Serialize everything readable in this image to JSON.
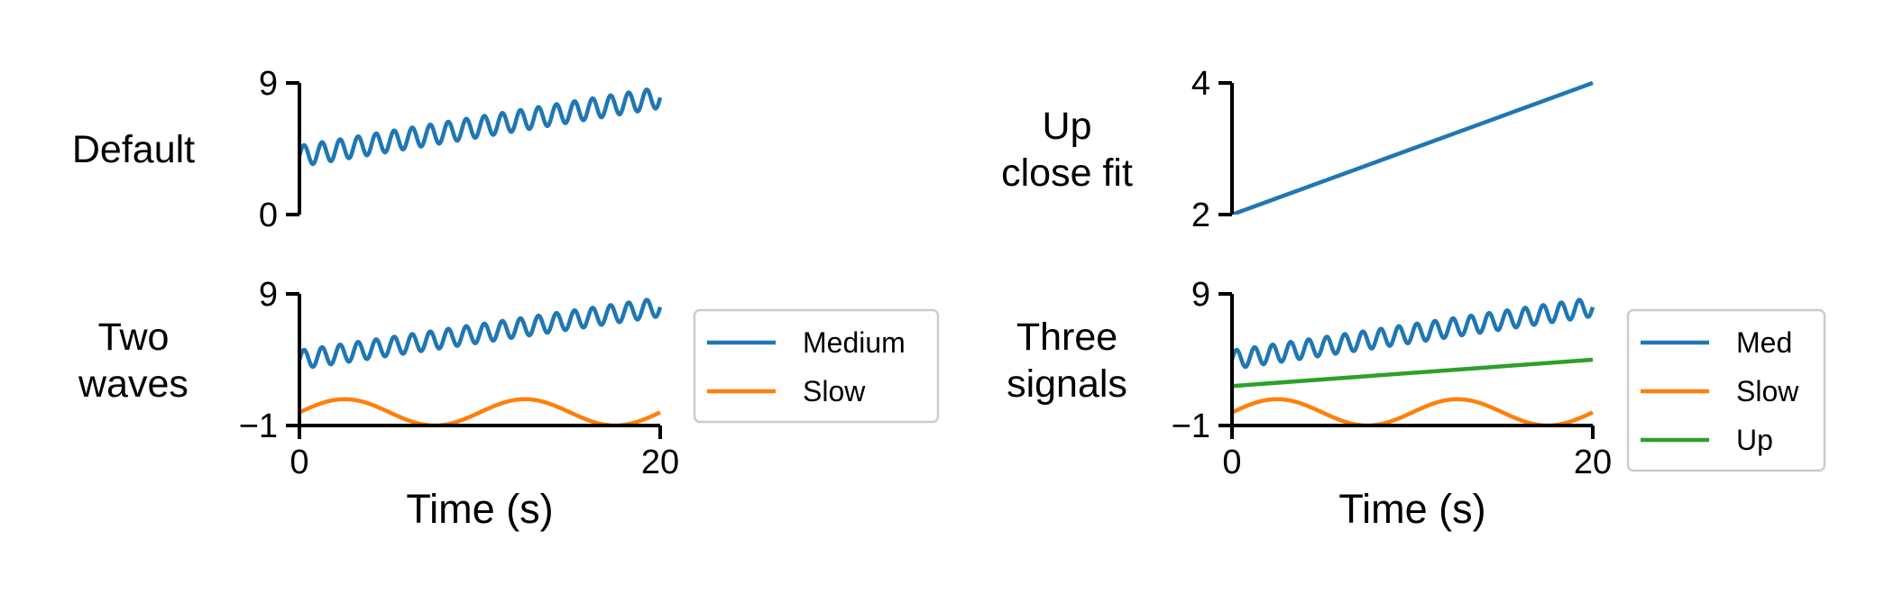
{
  "chart_data": [
    {
      "type": "line",
      "row_label": [
        "Default"
      ],
      "ylim": [
        0,
        9
      ],
      "yticks": [
        0,
        9
      ],
      "xlim": [
        0,
        20
      ],
      "xticks": [],
      "xlabel": "",
      "legend": false,
      "series": [
        {
          "color": "#1f77b4",
          "formula": "4 + 0.2*x + 0.7*sin(2*pi*x)",
          "x_range": [
            0,
            20
          ],
          "samples": 401
        }
      ]
    },
    {
      "type": "line",
      "row_label": [
        "Up",
        "close fit"
      ],
      "ylim": [
        2,
        4
      ],
      "yticks": [
        2,
        4
      ],
      "xlim": [
        0,
        20
      ],
      "xticks": [],
      "xlabel": "",
      "legend": false,
      "series": [
        {
          "color": "#1f77b4",
          "formula": "2 + 0.1*x",
          "x_range": [
            0,
            20
          ],
          "samples": 2
        }
      ]
    },
    {
      "type": "line",
      "row_label": [
        "Two",
        "waves"
      ],
      "ylim": [
        -1,
        9
      ],
      "yticks": [
        -1,
        9
      ],
      "ytick_labels": [
        "−1",
        "9"
      ],
      "xlim": [
        0,
        20
      ],
      "xticks": [
        0,
        20
      ],
      "xlabel": "Time (s)",
      "legend": true,
      "series": [
        {
          "name": "Medium",
          "color": "#1f77b4",
          "formula": "4 + 0.2*x + 0.7*sin(2*pi*x)",
          "x_range": [
            0,
            20
          ],
          "samples": 401
        },
        {
          "name": "Slow",
          "color": "#ff7f0e",
          "formula": "sin(2*pi*x/10)",
          "x_range": [
            0,
            20
          ],
          "samples": 201
        }
      ]
    },
    {
      "type": "line",
      "row_label": [
        "Three",
        "signals"
      ],
      "ylim": [
        -1,
        9
      ],
      "yticks": [
        -1,
        9
      ],
      "ytick_labels": [
        "−1",
        "9"
      ],
      "xlim": [
        0,
        20
      ],
      "xticks": [
        0,
        20
      ],
      "xlabel": "Time (s)",
      "legend": true,
      "series": [
        {
          "name": "Med",
          "color": "#1f77b4",
          "formula": "4 + 0.2*x + 0.7*sin(2*pi*x)",
          "x_range": [
            0,
            20
          ],
          "samples": 401
        },
        {
          "name": "Slow",
          "color": "#ff7f0e",
          "formula": "sin(2*pi*x/10)",
          "x_range": [
            0,
            20
          ],
          "samples": 201
        },
        {
          "name": "Up",
          "color": "#2ca02c",
          "formula": "2 + 0.1*x",
          "x_range": [
            0,
            20
          ],
          "samples": 2
        }
      ]
    }
  ]
}
